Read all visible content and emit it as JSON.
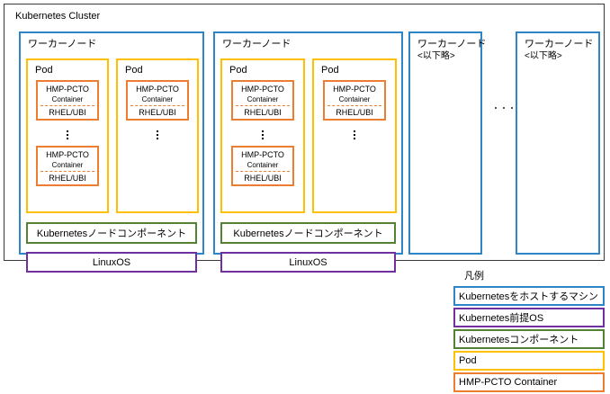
{
  "cluster": {
    "title": "Kubernetes Cluster",
    "nodes": [
      {
        "title": "ワーカーノード",
        "subtitle": "",
        "pods": [
          {
            "title": "Pod",
            "containers": [
              {
                "line1": "HMP-PCTO",
                "line2": "Container",
                "line3": "RHEL/UBI"
              },
              {
                "line1": "HMP-PCTO",
                "line2": "Container",
                "line3": "RHEL/UBI"
              }
            ],
            "ellipsis": true
          },
          {
            "title": "Pod",
            "containers": [
              {
                "line1": "HMP-PCTO",
                "line2": "Container",
                "line3": "RHEL/UBI"
              }
            ],
            "ellipsis": true
          }
        ],
        "node_component": "Kubernetesノードコンポーネント",
        "os": "LinuxOS"
      },
      {
        "title": "ワーカーノード",
        "subtitle": "",
        "pods": [
          {
            "title": "Pod",
            "containers": [
              {
                "line1": "HMP-PCTO",
                "line2": "Container",
                "line3": "RHEL/UBI"
              },
              {
                "line1": "HMP-PCTO",
                "line2": "Container",
                "line3": "RHEL/UBI"
              }
            ],
            "ellipsis": true
          },
          {
            "title": "Pod",
            "containers": [
              {
                "line1": "HMP-PCTO",
                "line2": "Container",
                "line3": "RHEL/UBI"
              }
            ],
            "ellipsis": true
          }
        ],
        "node_component": "Kubernetesノードコンポーネント",
        "os": "LinuxOS"
      },
      {
        "title": "ワーカーノード",
        "subtitle": "<以下略>",
        "pods": [],
        "node_component": "",
        "os": ""
      },
      {
        "title": "ワーカーノード",
        "subtitle": "<以下略>",
        "pods": [],
        "node_component": "",
        "os": ""
      }
    ],
    "between_nodes_ellipsis": "..."
  },
  "legend": {
    "title": "凡例",
    "items": [
      {
        "label": "Kubernetesをホストするマシン",
        "color": "#2E86C8"
      },
      {
        "label": "Kubernetes前提OS",
        "color": "#7030A0"
      },
      {
        "label": "Kubernetesコンポーネント",
        "color": "#548235"
      },
      {
        "label": "Pod",
        "color": "#FFC000"
      },
      {
        "label": "HMP-PCTO Container",
        "color": "#ED7D31"
      }
    ]
  },
  "colors": {
    "node_blue": "#2E86C8",
    "os_purple": "#7030A0",
    "component_green": "#548235",
    "pod_yellow": "#FFC000",
    "container_orange": "#ED7D31",
    "outline_black": "#3a3a3a"
  }
}
